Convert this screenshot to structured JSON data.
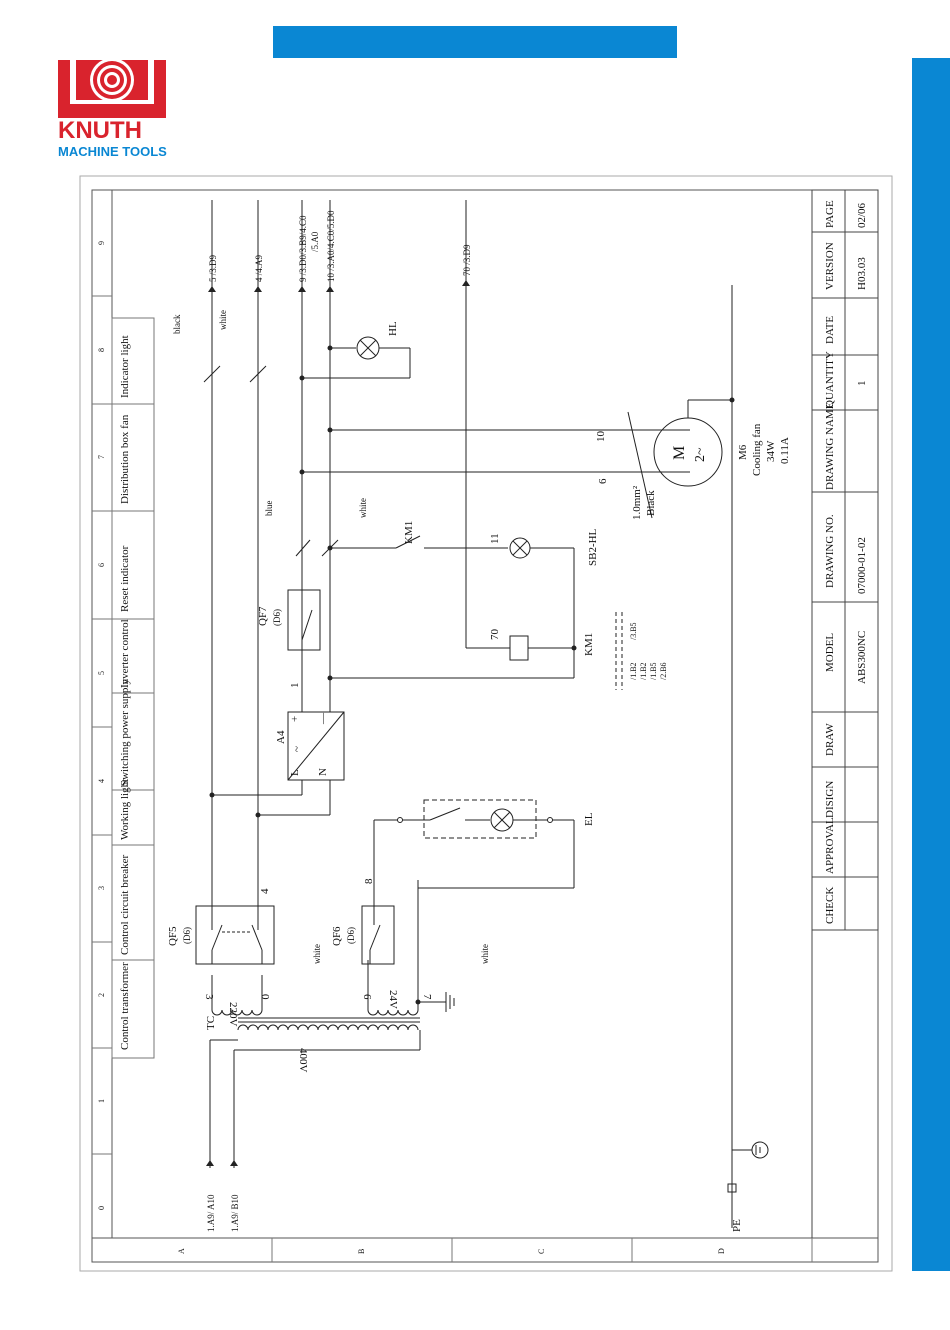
{
  "brand": {
    "name": "KNUTH",
    "tagline": "MACHINE TOOLS",
    "color": "#0a87d3",
    "red": "#d9232d"
  },
  "grid": {
    "columns": [
      "0",
      "1",
      "2",
      "3",
      "4",
      "5",
      "6",
      "7",
      "8",
      "9"
    ],
    "rows": [
      "A",
      "B",
      "C",
      "D"
    ]
  },
  "function_labels": [
    "Control transformer",
    "Control circuit breaker",
    "Working light",
    "Switching power supply",
    "Inverter control",
    "Reset indicator",
    "Distribution box fan",
    "Indicator light"
  ],
  "components": {
    "transformer": {
      "tag": "TC",
      "primary": "400V",
      "sec1": "220V",
      "sec2": "24V",
      "t3": "3",
      "t0": "0",
      "t6": "6",
      "t7": "7"
    },
    "qf5": {
      "tag": "QF5",
      "rating": "(D6)",
      "out": "4"
    },
    "qf6": {
      "tag": "QF6",
      "rating": "(D6)",
      "out": "8"
    },
    "qf7": {
      "tag": "QF7",
      "rating": "(D6)",
      "in": "1"
    },
    "psu": {
      "tag": "A4",
      "L": "L",
      "N": "N",
      "plus": "+",
      "minus": "—",
      "ac": "~"
    },
    "el": {
      "tag": "EL"
    },
    "km1_contact": {
      "tag": "KM1"
    },
    "sb2": {
      "tag": "SB2-HL",
      "wire": "11"
    },
    "km1_coil": {
      "tag": "KM1",
      "wire": "70",
      "refs": [
        "/1.B2",
        "/1.B2",
        "/1.B5",
        "/2.B6"
      ],
      "ref_top": "/3.B5"
    },
    "hl": {
      "tag": "HL"
    },
    "fan": {
      "tag": "M6",
      "name": "Cooling fan",
      "power": "34W",
      "current": "0.11A",
      "symbol": "M",
      "phase": "2~",
      "w1": "10",
      "w2": "6",
      "cable": "1.0mm²",
      "cable_color": "Black"
    }
  },
  "wires": {
    "black": "black",
    "white": "white",
    "blue": "blue",
    "white2": "white",
    "white3": "white",
    "white4": "white"
  },
  "terminals": {
    "in_a10": "1.A9/ A10",
    "in_b10": "1.A9/ B10",
    "pe": "PE",
    "out5": "5 /3.D9",
    "out4": "4 /4.A9",
    "out9": "9 /3.D0/3.B9/4.C0",
    "out9b": "/5.A0",
    "out10": "10 /3.A0/4.C0/5.D0",
    "out70": "70 /3.D9"
  },
  "title_block": {
    "labels": [
      "CHECK",
      "APPROVAL",
      "DISIGN",
      "DRAW",
      "MODEL",
      "DRAWING NO.",
      "DRAWING NAME",
      "QUANTITY",
      "DATE",
      "VERSION",
      "PAGE"
    ],
    "values": {
      "model": "ABS300NC",
      "drawing_no": "07000-01-02",
      "quantity": "1",
      "version": "H03.03",
      "page": "02/06"
    }
  }
}
